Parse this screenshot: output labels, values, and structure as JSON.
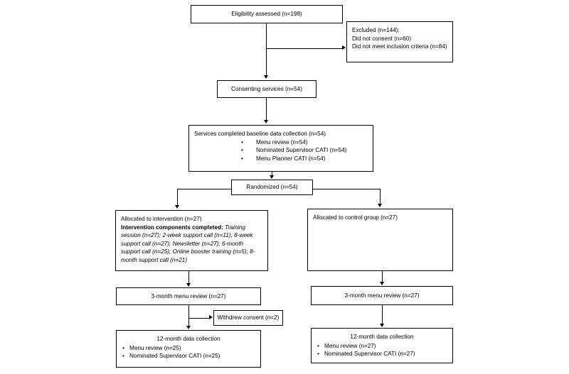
{
  "diagram": {
    "type": "consort-flow-diagram",
    "nodes": {
      "eligibility": {
        "label": "Eligibility assessed (n=198)"
      },
      "excluded": {
        "line1": "Excluded (n=144):",
        "line2": "Did not consent (n=60)",
        "line3": "Did not meet inclusion criteria (n=84)"
      },
      "consenting": {
        "label": "Consenting services (n=54)"
      },
      "baseline": {
        "title": "Services completed baseline data collection (n=54)",
        "bullets": [
          "Menu review (n=54)",
          "Nominated Supervisor CATI (n=54)",
          "Menu Planner CATI (n=54)"
        ]
      },
      "randomized": {
        "label": "Randomized (n=54)"
      },
      "intervention": {
        "line1": "Allocated to intervention (n=27)",
        "components_label": "Intervention components completed:",
        "components_detail": "Training session (n=27); 2-week support call (n=11); 8-week support call (n=27); Newsletter (n=27); 6-month support call (n=25); Online booster training (n=5); 8-month support call (n=21)"
      },
      "control": {
        "label": "Allocated to control group (n=27)"
      },
      "three_month_intervention": {
        "label": "3-month menu review (n=27)"
      },
      "three_month_control": {
        "label": "3-month menu review (n=27)"
      },
      "withdrew": {
        "label": "Withdrew consent (n=2)"
      },
      "twelve_month_intervention": {
        "title": "12-month data collection",
        "bullets": [
          "Menu review (n=25)",
          "Nominated Supervisor CATI (n=25)"
        ]
      },
      "twelve_month_control": {
        "title": "12-month data collection",
        "bullets": [
          "Menu review (n=27)",
          "Nominated Supervisor CATI (n=27)"
        ]
      }
    },
    "colors": {
      "stroke": "#000000",
      "fill": "#ffffff",
      "text": "#000000"
    }
  }
}
